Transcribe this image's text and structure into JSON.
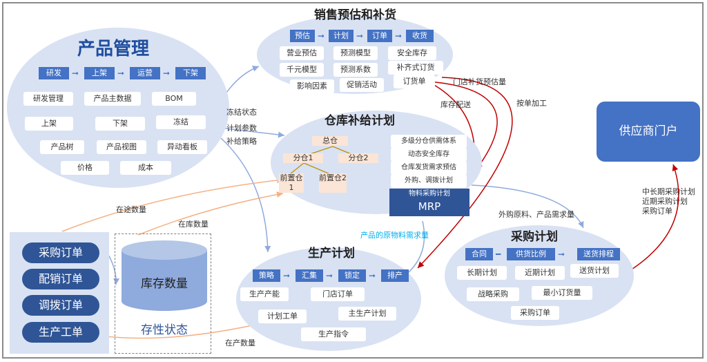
{
  "product_mgmt": {
    "title": "产品管理",
    "flow": [
      "研发",
      "上架",
      "运营",
      "下架"
    ],
    "items": [
      "研发管理",
      "产品主数据",
      "BOM",
      "上架",
      "下架",
      "冻结",
      "产品树",
      "产品视图",
      "异动看板",
      "价格",
      "成本"
    ]
  },
  "sales": {
    "title": "销售预估和补货",
    "flow": [
      "预估",
      "计划",
      "订单",
      "收货"
    ],
    "items": [
      "营业预估",
      "预测模型",
      "安全库存",
      "千元模型",
      "预测系数",
      "补齐式订货",
      "影响因素",
      "促销活动",
      "订货单"
    ]
  },
  "warehouse": {
    "title": "仓库补给计划",
    "tree": [
      "总仓",
      "分仓1",
      "分仓2",
      "前置仓1",
      "前置仓2"
    ],
    "items": [
      "多级分仓供需体系",
      "动态安全库存",
      "仓库发货需求预估",
      "外购、调拨计划"
    ],
    "mrp_label": "物料采购计划",
    "mrp_title": "MRP"
  },
  "production": {
    "title": "生产计划",
    "flow": [
      "策略",
      "汇集",
      "锁定",
      "排产"
    ],
    "items": [
      "生产产能",
      "门店订单",
      "计划工单",
      "主生产计划",
      "生产指令"
    ]
  },
  "purchase": {
    "title": "采购计划",
    "flow": [
      "合同",
      "供货比例",
      "送货排程"
    ],
    "items": [
      "长期计划",
      "近期计划",
      "送货计划",
      "战略采购",
      "最小订货量",
      "采购订单"
    ]
  },
  "supplier": {
    "title": "供应商门户"
  },
  "orders": [
    "采购订单",
    "配销订单",
    "调拨订单",
    "生产工单"
  ],
  "inventory": {
    "label": "库存数量",
    "status": "存性状态"
  },
  "notes": {
    "freeze": "冻结状态",
    "plan_params": "计划参数",
    "replenish": "补给策略",
    "store_forecast": "门店补货预估量",
    "stock_delivery": "库存配送",
    "order_processing": "按单加工",
    "in_transit": "在途数量",
    "in_stock": "在库数量",
    "in_production": "在产数量",
    "material_demand": "产品的原物料需求量",
    "outsourced": "外购原料、产品需求量",
    "supplier_1": "中长期采购计划",
    "supplier_2": "近期采购计划",
    "supplier_3": "采购订单"
  },
  "colors": {
    "ellipse": "#d9e2f3",
    "flow": "#4472c4",
    "accent": "#2f5597",
    "orange": "#fbe5d6",
    "red": "#c00000",
    "teal": "#00b0f0"
  }
}
